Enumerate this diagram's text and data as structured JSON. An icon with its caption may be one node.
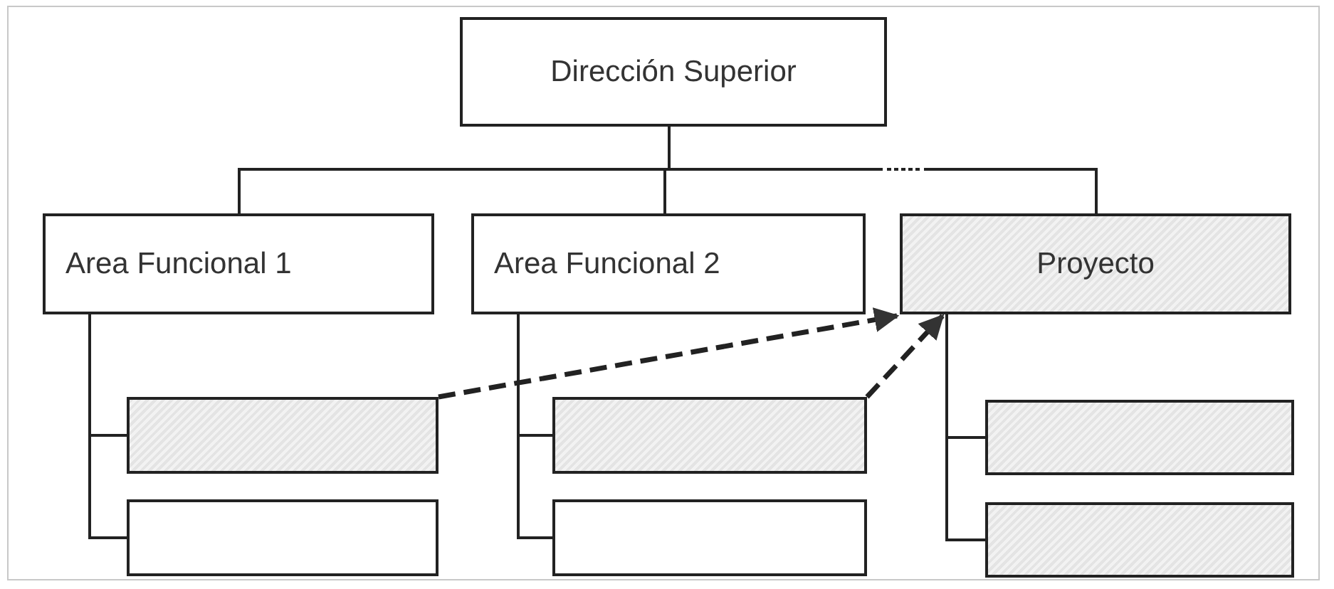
{
  "diagram": {
    "nodes": [
      {
        "text": [
          "Dirección Superior"
        ]
      },
      {
        "text": [
          "Area Funcional 1"
        ]
      },
      {
        "text": [
          "Area Funcional 2"
        ]
      },
      {
        "text": [
          "Proyecto"
        ]
      },
      {
        "text": [],
        "shape": "box"
      },
      {
        "text": [],
        "shape": "box"
      },
      {
        "text": [],
        "shape": "box"
      },
      {
        "text": [],
        "shape": "box"
      },
      {
        "text": [],
        "shape": "box"
      },
      {
        "text": [],
        "shape": "box"
      }
    ],
    "edges": [
      {
        "from": 0,
        "to": 1,
        "arrow": "none"
      },
      {
        "from": 0,
        "to": 2,
        "arrow": "none"
      },
      {
        "from": 0,
        "to": 3,
        "arrow": "none",
        "style": "dashed"
      },
      {
        "from": 1,
        "to": 4,
        "arrow": "none"
      },
      {
        "from": 1,
        "to": 7,
        "arrow": "none"
      },
      {
        "from": 2,
        "to": 5,
        "arrow": "none"
      },
      {
        "from": 2,
        "to": 8,
        "arrow": "none"
      },
      {
        "from": 3,
        "to": 6,
        "arrow": "none"
      },
      {
        "from": 3,
        "to": 9,
        "arrow": "none"
      },
      {
        "from": 4,
        "to": 3,
        "arrow": "to",
        "style": "dashed"
      },
      {
        "from": 5,
        "to": 3,
        "arrow": "to",
        "style": "dashed"
      }
    ]
  }
}
